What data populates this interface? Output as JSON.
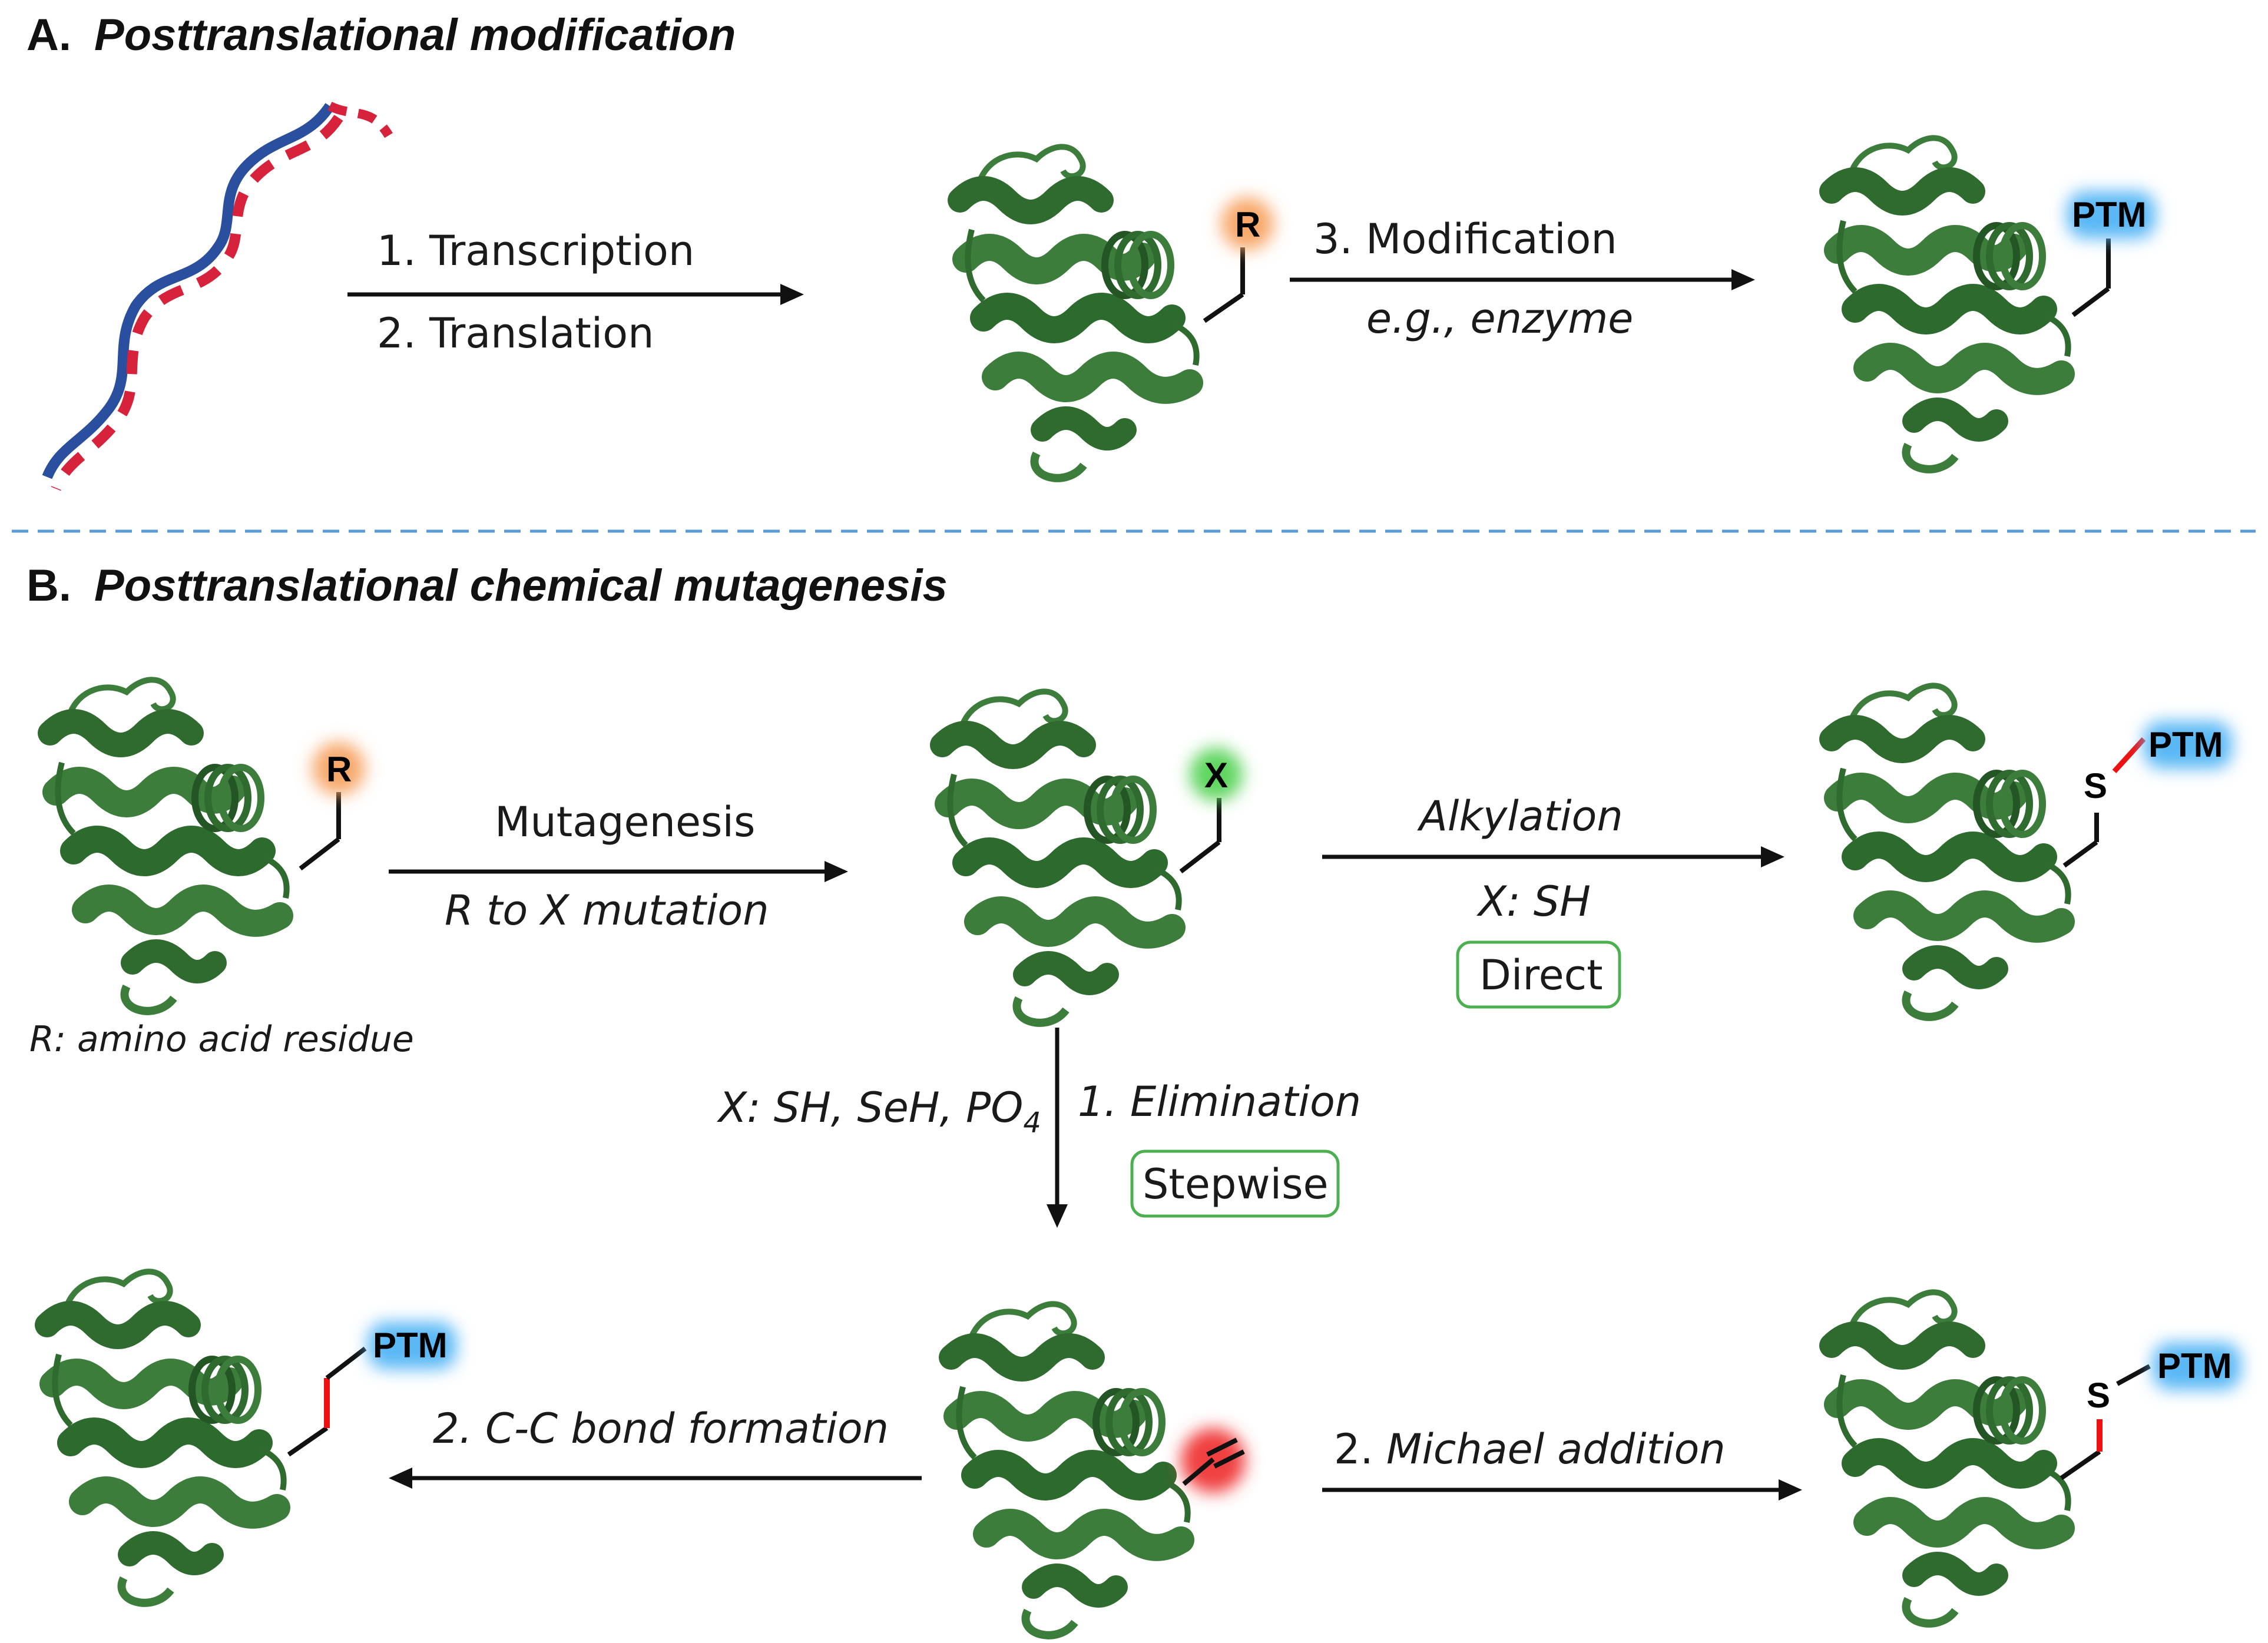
{
  "panel_a": {
    "title_letter": "A.",
    "title": "Posttranslational modification",
    "step1": "1. Transcription",
    "step2": "2. Translation",
    "step3": "3. Modification",
    "step3_sub": "e.g., enzyme",
    "tag_r": "R",
    "tag_ptm": "PTM"
  },
  "panel_b": {
    "title_letter": "B.",
    "title": "Posttranslational chemical mutagenesis",
    "residue_note": "R: amino acid residue",
    "tag_r": "R",
    "tag_x": "X",
    "mutagenesis": "Mutagenesis",
    "mutation": "R to X mutation",
    "alkylation": "Alkylation",
    "alkylation_x": "X: SH",
    "direct_box": "Direct",
    "elim_x": "X: SH, SeH, PO",
    "elim_x_sub": "4",
    "elimination": "1. Elimination",
    "stepwise_box": "Stepwise",
    "cc_bond": "2. C-C bond formation",
    "michael": "2. Michael addition",
    "tag_s": "S",
    "tag_ptm": "PTM"
  },
  "colors": {
    "protein": "#3c7d3c",
    "protein_dark": "#245524",
    "dna_red": "#d6223a",
    "dna_blue": "#2a4f9e",
    "glow_orange": "#f7a86a",
    "glow_green": "#5fd55f",
    "glow_blue": "#5ab8f5",
    "glow_red": "#f04040",
    "divider": "#5b9bd5",
    "box_border": "#4caf50",
    "new_bond": "#ee1111"
  }
}
